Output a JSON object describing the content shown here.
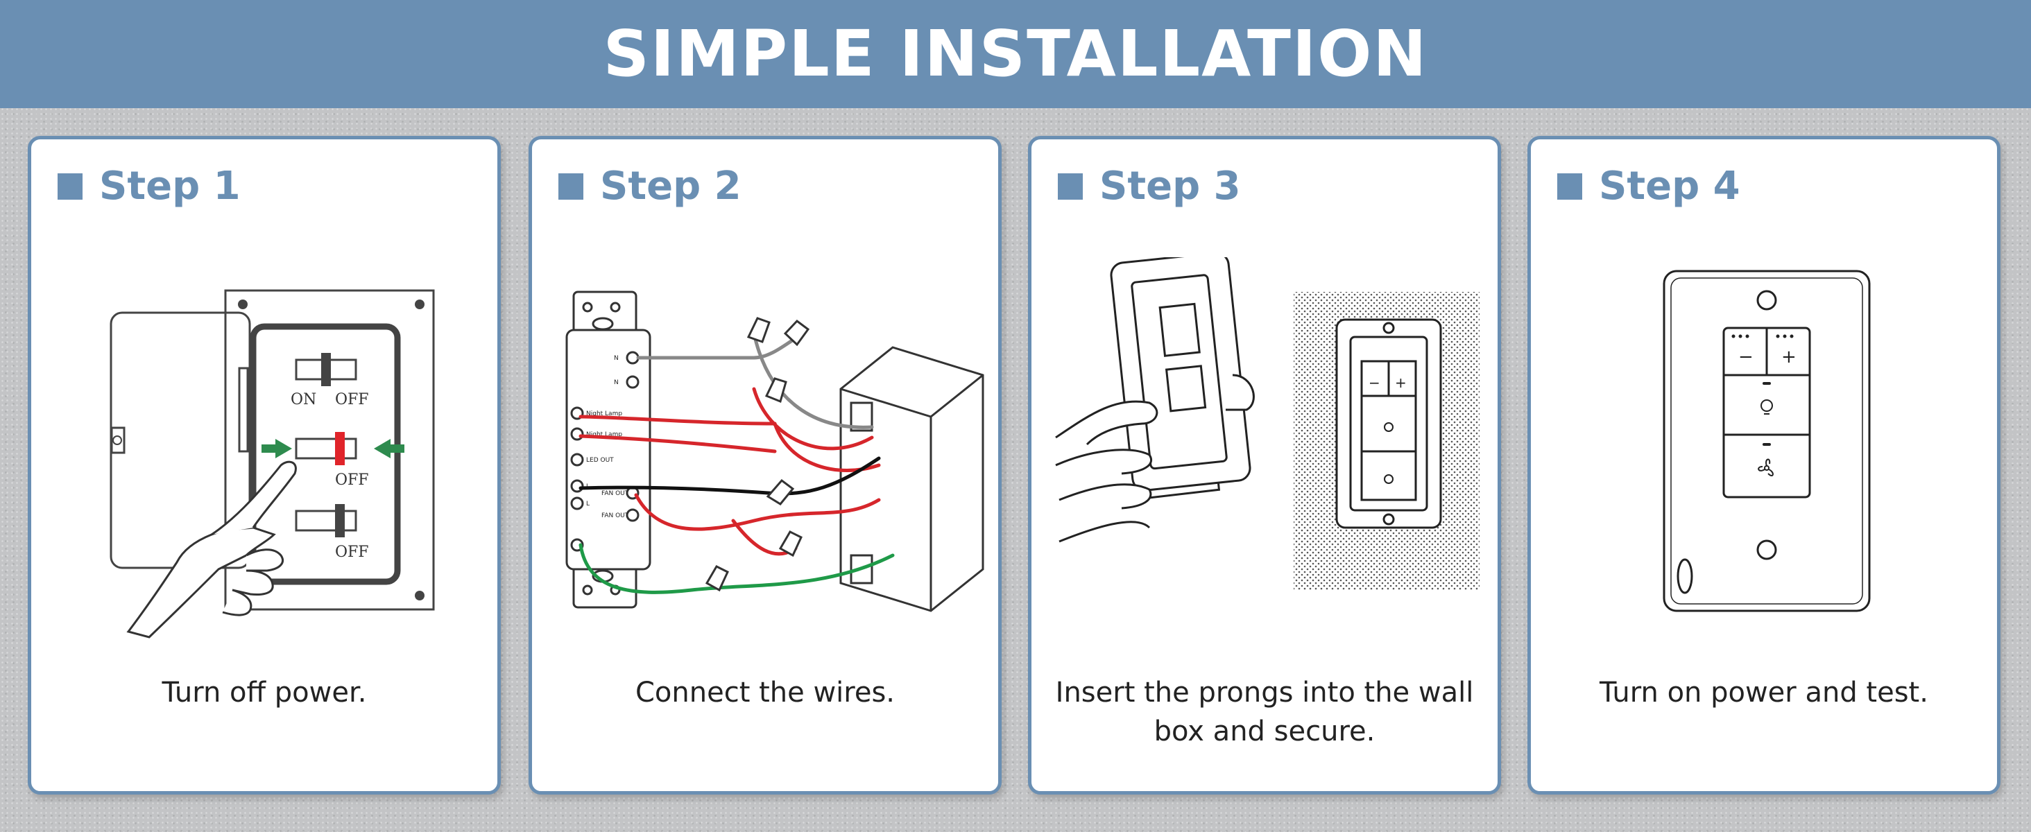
{
  "header": {
    "title": "SIMPLE INSTALLATION"
  },
  "steps": [
    {
      "title": "Step 1",
      "caption": "Turn off power."
    },
    {
      "title": "Step 2",
      "caption": "Connect the wires."
    },
    {
      "title": "Step 3",
      "caption": "Insert the prongs into the wall box and secure."
    },
    {
      "title": "Step 4",
      "caption": "Turn on power and test."
    }
  ],
  "step1": {
    "breaker_on": "ON",
    "breaker_off": "OFF"
  },
  "step2": {
    "label_n1": "N",
    "label_n2": "N",
    "label_night_lamp_1": "Night Lamp",
    "label_night_lamp_2": "Night Lamp",
    "label_led_out": "LED OUT",
    "label_l1": "L",
    "label_l2": "L",
    "label_fan_out_1": "FAN OUT",
    "label_fan_out_2": "FAN OUT"
  },
  "colors": {
    "accent": "#6a8fb3",
    "live_wire": "#d6262b",
    "ground_wire": "#1f9a48",
    "arrow": "#2e8b4e"
  },
  "icons": [
    "pointing-hand-icon",
    "arrow-icon",
    "minus-icon",
    "plus-icon",
    "bulb-icon",
    "fan-icon"
  ]
}
